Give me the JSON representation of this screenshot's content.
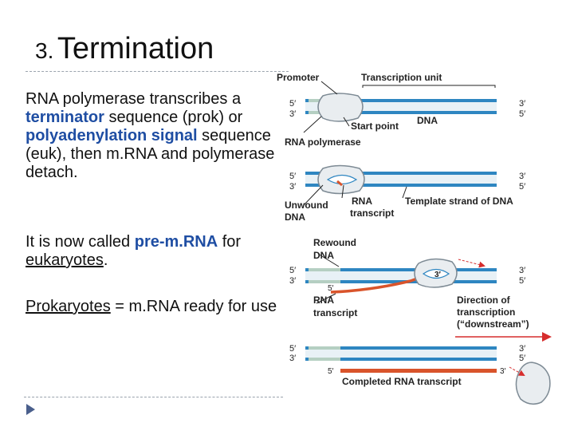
{
  "slide": {
    "title_number": "3.",
    "title_text": "Termination",
    "p1": {
      "a": "RNA polymerase transcribes a ",
      "b": "terminator",
      "c": " sequence (prok) or ",
      "d": "polyadenylation signal",
      "e": " sequence (euk), then m.RNA and polymerase detach."
    },
    "p2": {
      "a": "It is now called ",
      "b": "pre-m.RNA",
      "c": " for ",
      "d": "eukaryotes",
      "e": "."
    },
    "p3": {
      "a": "Prokaryotes",
      "b": " = m.RNA ready for use"
    }
  },
  "diagram": {
    "promoter": "Promoter",
    "transcription_unit": "Transcription unit",
    "start_point": "Start point",
    "dna": "DNA",
    "rna_polymerase": "RNA polymerase",
    "unwound": "Unwound",
    "unwound_dna": "DNA",
    "rna": "RNA",
    "transcript": "transcript",
    "template_strand": "Template strand of DNA",
    "rewound": "Rewound",
    "rewound_dna": "DNA",
    "rna2": "RNA",
    "transcript2": "transcript",
    "direction_1": "Direction of",
    "direction_2": "transcription",
    "direction_3": "(“downstream”)",
    "completed": "Completed RNA transcript",
    "five_prime": "5′",
    "three_prime": "3′",
    "colors": {
      "dna_strand": "#2e86c1",
      "dna_light": "#b5cfc2",
      "rna": "#d9542b",
      "arrow": "#d62d2d",
      "polymerase_fill": "#e9edf0",
      "label": "#222222"
    }
  }
}
